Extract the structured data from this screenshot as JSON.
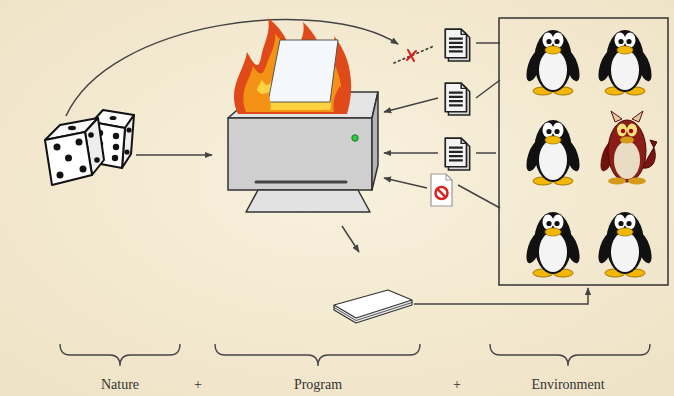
{
  "diagram": {
    "labels": [
      "Nature",
      "+",
      "Program",
      "+",
      "Environment"
    ]
  }
}
